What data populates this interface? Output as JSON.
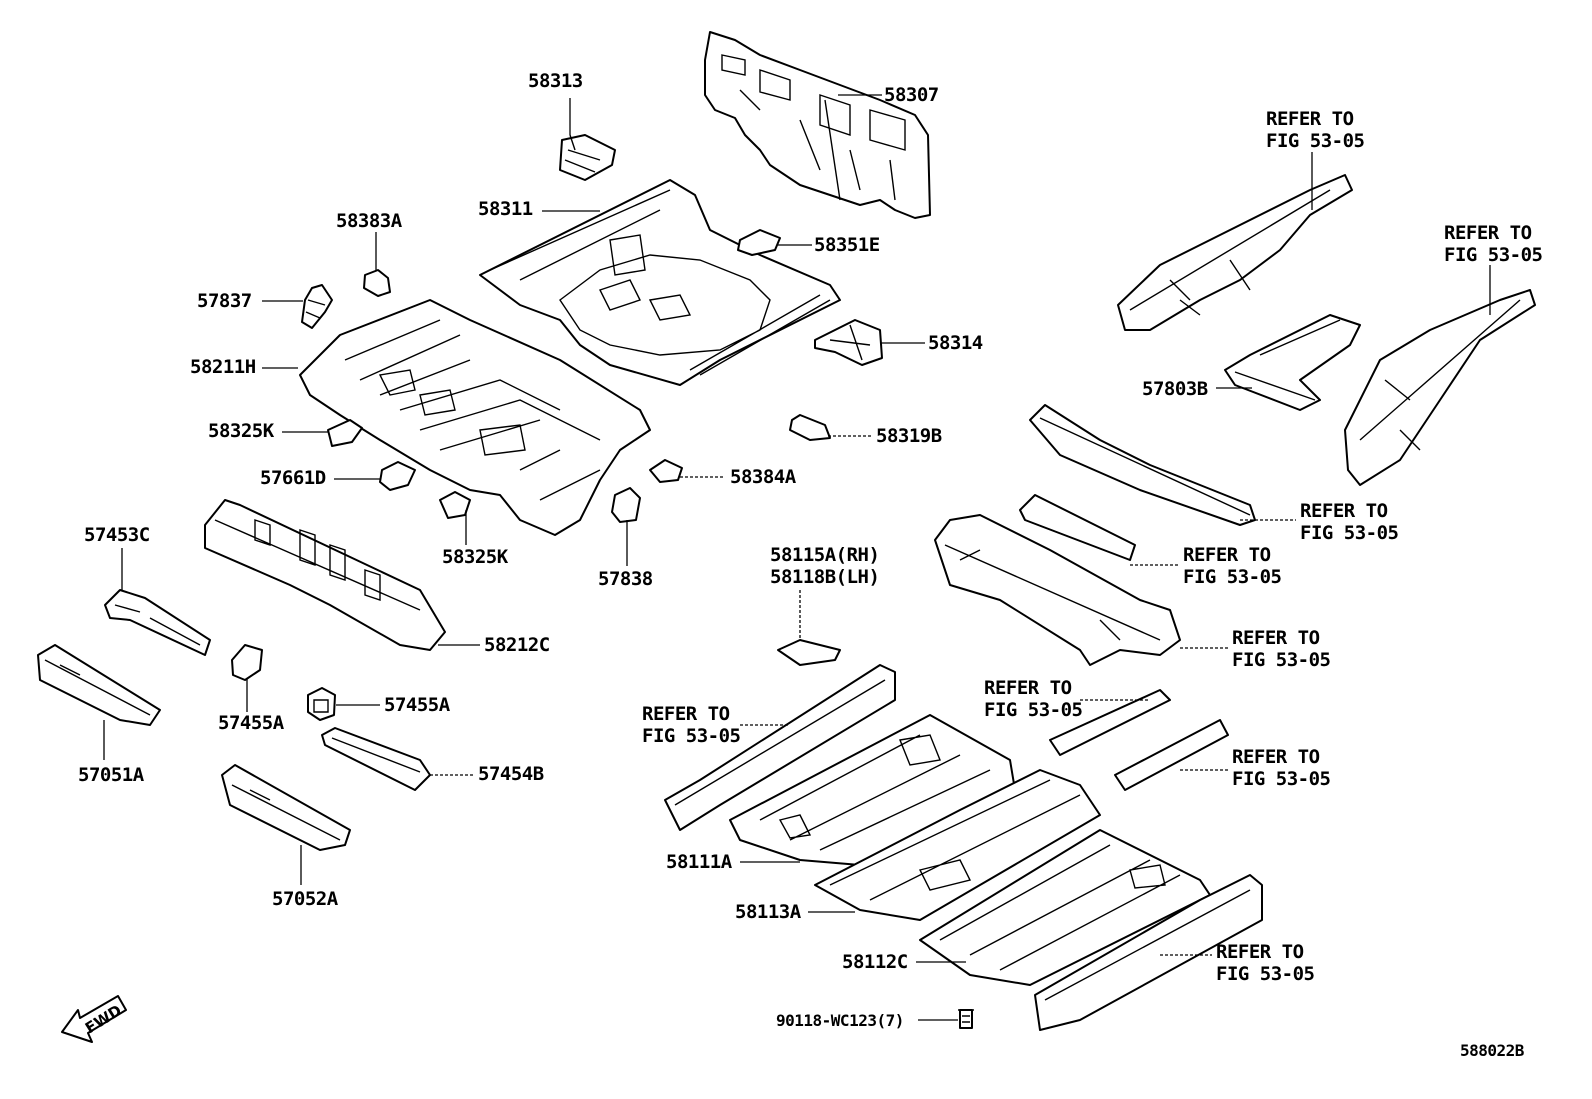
{
  "figure_code": "588022B",
  "fwd_label": "FWD",
  "labels": {
    "p58313": "58313",
    "p58307": "58307",
    "p58311": "58311",
    "p58351E": "58351E",
    "p58383A": "58383A",
    "p57837": "57837",
    "p58314": "58314",
    "p58211H": "58211H",
    "p58325K_a": "58325K",
    "p58319B": "58319B",
    "p57661D": "57661D",
    "p58384A": "58384A",
    "p58325K_b": "58325K",
    "p57838": "57838",
    "p57453C": "57453C",
    "p58212C": "58212C",
    "p57455A_a": "57455A",
    "p57455A_b": "57455A",
    "p57051A": "57051A",
    "p57454B": "57454B",
    "p57052A": "57052A",
    "p57803B": "57803B",
    "p58115A": "58115A(RH)",
    "p58118B": "58118B(LH)",
    "p58111A": "58111A",
    "p58113A": "58113A",
    "p58112C": "58112C",
    "p90118": "90118-WC123(7)"
  },
  "refer_to": "REFER TO",
  "fig_ref": "FIG 53-05"
}
